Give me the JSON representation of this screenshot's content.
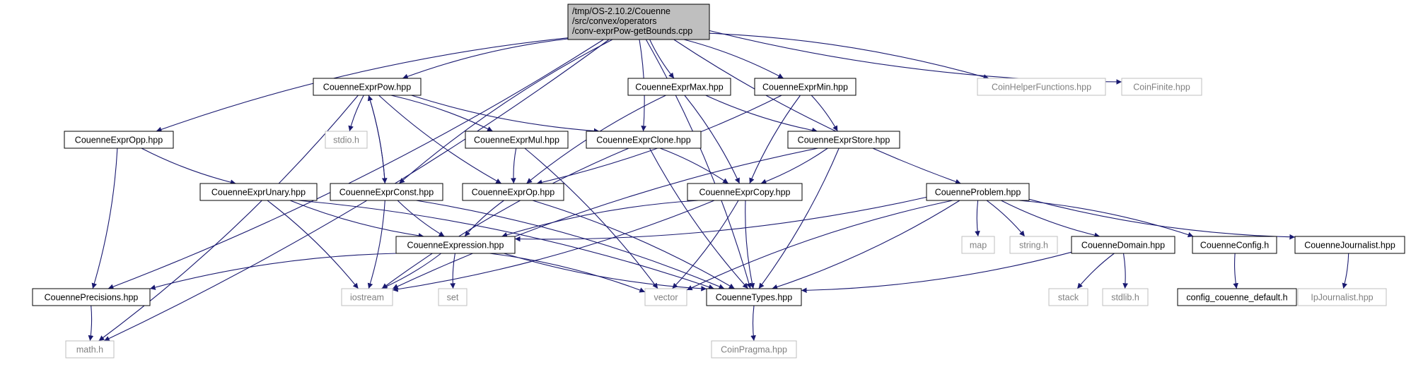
{
  "diagram": {
    "root": {
      "id": "root",
      "lines": [
        "/tmp/OS-2.10.2/Couenne",
        "/src/convex/operators",
        "/conv-exprPow-getBounds.cpp"
      ]
    },
    "nodes": [
      {
        "id": "mathh",
        "label": "math.h",
        "documented": false
      },
      {
        "id": "pow",
        "label": "CouenneExprPow.hpp",
        "documented": true
      },
      {
        "id": "precisions",
        "label": "CouennePrecisions.hpp",
        "documented": true
      },
      {
        "id": "opp",
        "label": "CouenneExprOpp.hpp",
        "documented": true
      },
      {
        "id": "clone",
        "label": "CouenneExprClone.hpp",
        "documented": true
      },
      {
        "id": "max",
        "label": "CouenneExprMax.hpp",
        "documented": true
      },
      {
        "id": "min",
        "label": "CouenneExprMin.hpp",
        "documented": true
      },
      {
        "id": "const",
        "label": "CouenneExprConst.hpp",
        "documented": true
      },
      {
        "id": "types",
        "label": "CouenneTypes.hpp",
        "documented": true
      },
      {
        "id": "problem",
        "label": "CouenneProblem.hpp",
        "documented": true
      },
      {
        "id": "coinhelper",
        "label": "CoinHelperFunctions.hpp",
        "documented": false
      },
      {
        "id": "coinfinite",
        "label": "CoinFinite.hpp",
        "documented": false
      },
      {
        "id": "stdio",
        "label": "stdio.h",
        "documented": false
      },
      {
        "id": "mul",
        "label": "CouenneExprMul.hpp",
        "documented": true
      },
      {
        "id": "op",
        "label": "CouenneExprOp.hpp",
        "documented": true
      },
      {
        "id": "unary",
        "label": "CouenneExprUnary.hpp",
        "documented": true
      },
      {
        "id": "expression",
        "label": "CouenneExpression.hpp",
        "documented": true
      },
      {
        "id": "iostream",
        "label": "iostream",
        "documented": false
      },
      {
        "id": "set",
        "label": "set",
        "documented": false
      },
      {
        "id": "vector",
        "label": "vector",
        "documented": false
      },
      {
        "id": "coinpragma",
        "label": "CoinPragma.hpp",
        "documented": false
      },
      {
        "id": "copy",
        "label": "CouenneExprCopy.hpp",
        "documented": true
      },
      {
        "id": "store",
        "label": "CouenneExprStore.hpp",
        "documented": true
      },
      {
        "id": "map",
        "label": "map",
        "documented": false
      },
      {
        "id": "stringh",
        "label": "string.h",
        "documented": false
      },
      {
        "id": "domain",
        "label": "CouenneDomain.hpp",
        "documented": true
      },
      {
        "id": "stack",
        "label": "stack",
        "documented": false
      },
      {
        "id": "stdlib",
        "label": "stdlib.h",
        "documented": false
      },
      {
        "id": "config",
        "label": "CouenneConfig.h",
        "documented": true
      },
      {
        "id": "configdefault",
        "label": "config_couenne_default.h",
        "documented": true
      },
      {
        "id": "journalist",
        "label": "CouenneJournalist.hpp",
        "documented": true
      },
      {
        "id": "ipjournalist",
        "label": "IpJournalist.hpp",
        "documented": false
      }
    ],
    "edges": [
      [
        "root",
        "mathh"
      ],
      [
        "root",
        "pow"
      ],
      [
        "root",
        "precisions"
      ],
      [
        "root",
        "opp"
      ],
      [
        "root",
        "clone"
      ],
      [
        "root",
        "max"
      ],
      [
        "root",
        "min"
      ],
      [
        "root",
        "const"
      ],
      [
        "root",
        "types"
      ],
      [
        "root",
        "problem"
      ],
      [
        "root",
        "coinhelper"
      ],
      [
        "root",
        "coinfinite"
      ],
      [
        "pow",
        "mathh"
      ],
      [
        "pow",
        "stdio"
      ],
      [
        "pow",
        "const"
      ],
      [
        "pow",
        "op"
      ],
      [
        "pow",
        "mul"
      ],
      [
        "pow",
        "clone"
      ],
      [
        "opp",
        "precisions"
      ],
      [
        "opp",
        "unary"
      ],
      [
        "unary",
        "iostream"
      ],
      [
        "unary",
        "expression"
      ],
      [
        "unary",
        "types"
      ],
      [
        "const",
        "pow"
      ],
      [
        "const",
        "iostream"
      ],
      [
        "const",
        "expression"
      ],
      [
        "const",
        "types"
      ],
      [
        "mul",
        "op"
      ],
      [
        "mul",
        "vector"
      ],
      [
        "max",
        "op"
      ],
      [
        "max",
        "copy"
      ],
      [
        "max",
        "store"
      ],
      [
        "min",
        "op"
      ],
      [
        "min",
        "copy"
      ],
      [
        "min",
        "store"
      ],
      [
        "clone",
        "iostream"
      ],
      [
        "clone",
        "copy"
      ],
      [
        "clone",
        "types"
      ],
      [
        "store",
        "copy"
      ],
      [
        "store",
        "iostream"
      ],
      [
        "store",
        "types"
      ],
      [
        "op",
        "expression"
      ],
      [
        "op",
        "types"
      ],
      [
        "copy",
        "expression"
      ],
      [
        "copy",
        "iostream"
      ],
      [
        "copy",
        "types"
      ],
      [
        "copy",
        "vector"
      ],
      [
        "expression",
        "precisions"
      ],
      [
        "expression",
        "iostream"
      ],
      [
        "expression",
        "set"
      ],
      [
        "expression",
        "vector"
      ],
      [
        "expression",
        "types"
      ],
      [
        "precisions",
        "mathh"
      ],
      [
        "types",
        "coinpragma"
      ],
      [
        "problem",
        "expression"
      ],
      [
        "problem",
        "vector"
      ],
      [
        "problem",
        "types"
      ],
      [
        "problem",
        "map"
      ],
      [
        "problem",
        "stringh"
      ],
      [
        "problem",
        "domain"
      ],
      [
        "problem",
        "config"
      ],
      [
        "problem",
        "journalist"
      ],
      [
        "domain",
        "types"
      ],
      [
        "domain",
        "stack"
      ],
      [
        "domain",
        "stdlib"
      ],
      [
        "config",
        "configdefault"
      ],
      [
        "journalist",
        "ipjournalist"
      ]
    ]
  },
  "colors": {
    "edge": "#191970",
    "documented_border": "#000000",
    "undocumented_border": "#bfbfbf",
    "root_fill": "#bfbfbf",
    "node_fill": "#ffffff",
    "documented_text": "#000000",
    "undocumented_text": "#808080"
  }
}
